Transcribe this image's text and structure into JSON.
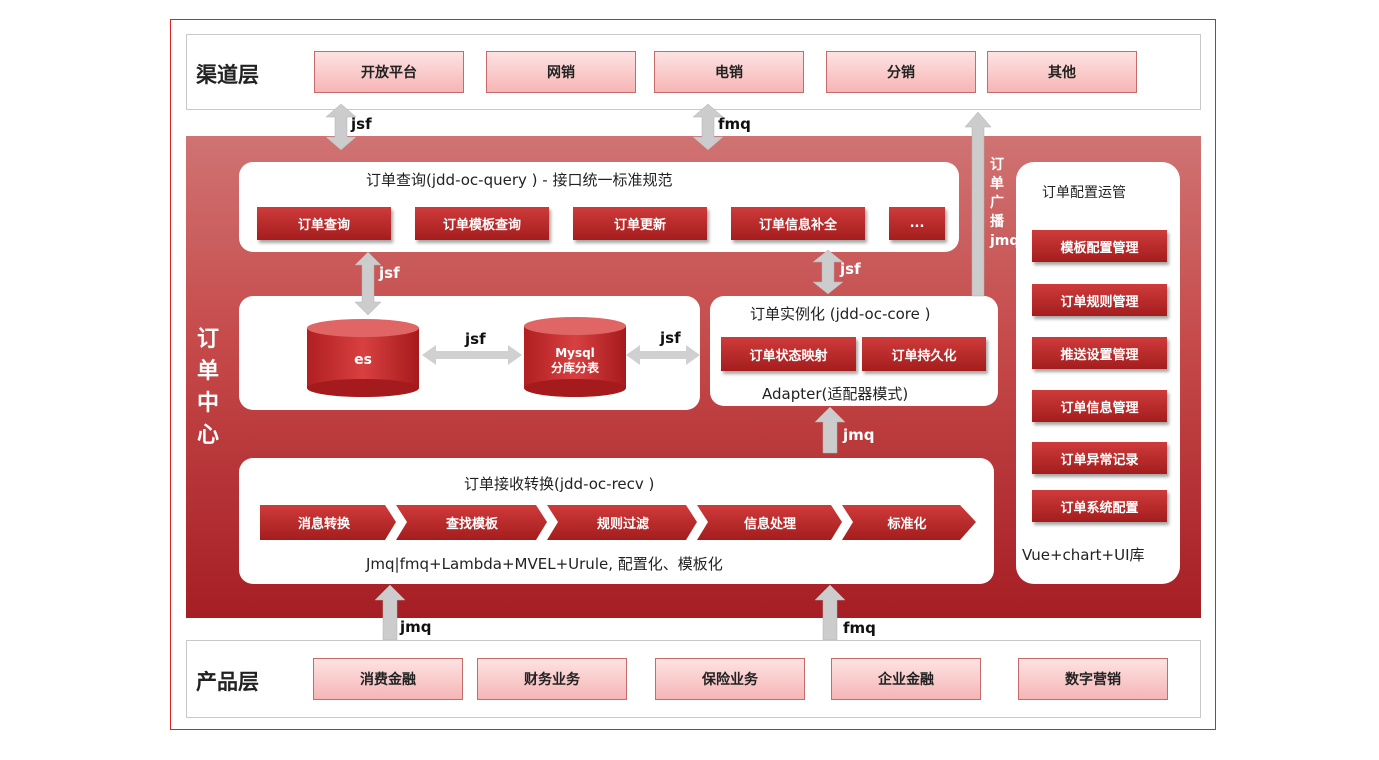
{
  "colors": {
    "frame": "#e02020",
    "accent_red": "#b52a2a",
    "pink_button": "#f6b5b5",
    "arrow_gray": "#c8c8c8"
  },
  "channel_layer": {
    "title": "渠道层",
    "items": [
      "开放平台",
      "网销",
      "电销",
      "分销",
      "其他"
    ]
  },
  "order_center": {
    "title_chars": [
      "订",
      "单",
      "中",
      "心"
    ],
    "query": {
      "title": "订单查询(jdd-oc-query ) -  接口统一标准规范",
      "buttons": [
        "订单查询",
        "订单模板查询",
        "订单更新",
        "订单信息补全",
        "..."
      ]
    },
    "storage": {
      "es": "es",
      "mysql_line1": "Mysql",
      "mysql_line2": "分库分表",
      "link_label_1": "jsf",
      "link_label_2": "jsf"
    },
    "core": {
      "title": "订单实例化 (jdd-oc-core )",
      "buttons": [
        "订单状态映射",
        "订单持久化"
      ],
      "note": "Adapter(适配器模式)"
    },
    "recv": {
      "title": "订单接收转换(jdd-oc-recv )",
      "steps": [
        "消息转换",
        "查找模板",
        "规则过滤",
        "信息处理",
        "标准化"
      ],
      "note": "Jmq|fmq+Lambda+MVEL+Urule, 配置化、模板化"
    },
    "config": {
      "title": "订单配置运管",
      "buttons": [
        "模板配置管理",
        "订单规则管理",
        "推送设置管理",
        "订单信息管理",
        "订单异常记录",
        "订单系统配置"
      ],
      "note": "Vue+chart+UI库"
    },
    "broadcast_chars": [
      "订",
      "单",
      "广",
      "播",
      "jmq"
    ]
  },
  "arrows": {
    "channel_left": "jsf",
    "channel_mid": "fmq",
    "query_storage": "jsf",
    "query_core": "jsf",
    "recv_core": "jmq",
    "product_left": "jmq",
    "product_right": "fmq"
  },
  "product_layer": {
    "title": "产品层",
    "items": [
      "消费金融",
      "财务业务",
      "保险业务",
      "企业金融",
      "数字营销"
    ]
  }
}
